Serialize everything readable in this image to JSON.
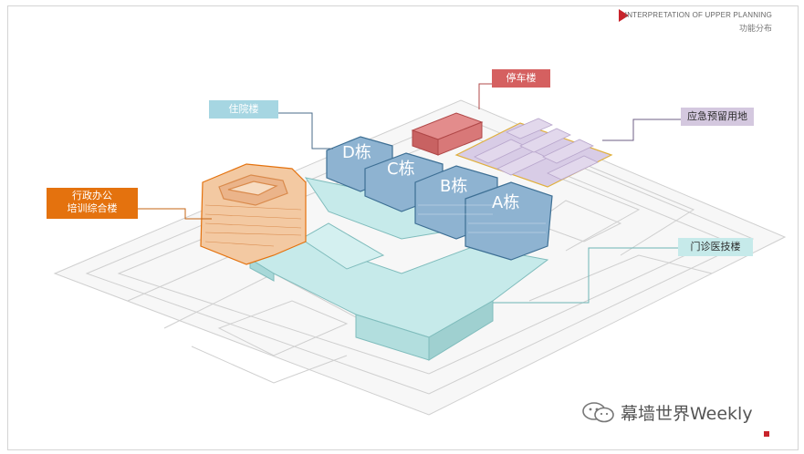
{
  "header": {
    "title": "INTERPRETATION OF UPPER PLANNING",
    "subtitle": "功能分布"
  },
  "labels": {
    "zhuyuan": "住院楼",
    "tingche": "停车楼",
    "yingji": "应急预留用地",
    "xingzheng_line1": "行政办公",
    "xingzheng_line2": "培训综合楼",
    "menzhen": "门诊医技楼"
  },
  "buildings": {
    "a": "A栋",
    "b": "B栋",
    "c": "C栋",
    "d": "D栋"
  },
  "watermark": "幕墙世界Weekly",
  "colors": {
    "accent_red": "#c8232b",
    "inpatient_blue": "#a6d6e2",
    "parking_red": "#d56060",
    "reserve_purple": "#d4c8df",
    "admin_orange": "#e4720e",
    "clinic_cyan": "#c6eaea"
  }
}
